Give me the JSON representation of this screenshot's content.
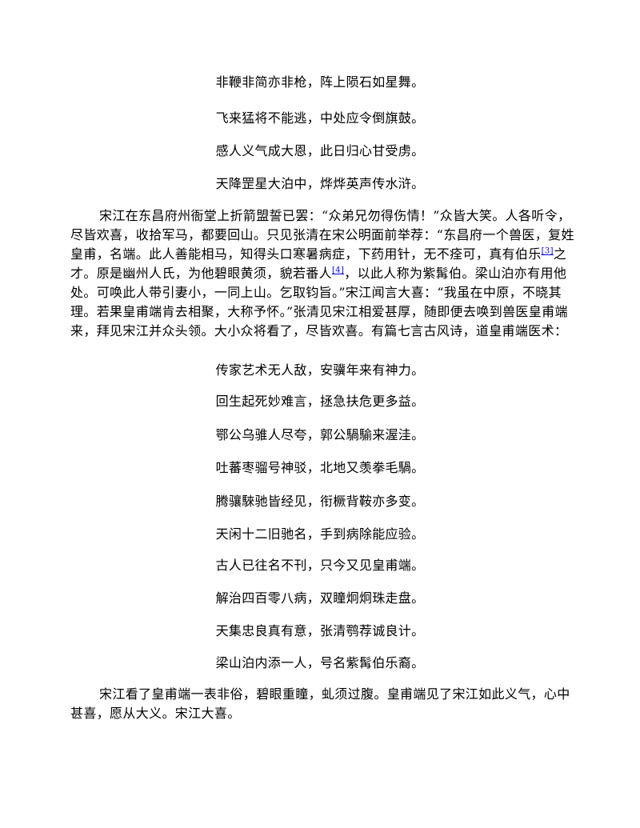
{
  "poem1": [
    "非鞭非简亦非枪，阵上陨石如星舞。",
    "飞来猛将不能逃，中处应令倒旗鼓。",
    "感人义气成大恩，此日归心甘受虏。",
    "天降罡星大泊中，烨烨英声传水浒。"
  ],
  "para1": {
    "part1": "宋江在东昌府州衙堂上折箭盟誓已罢：“众弟兄勿得伤情！”众皆大笑。人各听令，尽皆欢喜，收拾军马，都要回山。只见张清在宋公明面前举荐：“东昌府一个兽医，复姓皇甫，名端。此人善能相马，知得头口寒暑病症，下药用针，无不痊可，真有伯乐",
    "fn1": "[3]",
    "part2": "之才。原是幽州人氏，为他碧眼黄须，貌若番人",
    "fn2": "[4]",
    "part3": "，以此人称为紫髯伯。梁山泊亦有用他处。可唤此人带引妻小，一同上山。乞取钧旨。”宋江闻言大喜：“我虽在中原，不晓其理。若果皇甫端肯去相聚，大称予怀。”张清见宋江相爱甚厚，随即便去唤到兽医皇甫端来，拜见宋江并众头领。大小众将看了，尽皆欢喜。有篇七言古风诗，道皇甫端医术："
  },
  "poem2": [
    "传家艺术无人敌，安骥年来有神力。",
    "回生起死妙难言，拯急扶危更多益。",
    "鄂公乌骓人尽夸，郭公騧騟来渥洼。",
    "吐蕃枣骝号神驳，北地又羡拳毛騧。",
    "腾骧騋驰皆经见，衔橛背鞍亦多变。",
    "天闲十二旧驰名，手到病除能应验。",
    "古人已往名不刊，只今又见皇甫端。",
    "解治四百零八病，双瞳炯炯珠走盘。",
    "天集忠良真有意，张清鹗荐诚良计。",
    "梁山泊内添一人，号名紫髯伯乐裔。"
  ],
  "para2": "宋江看了皇甫端一表非俗，碧眼重瞳，虬须过腹。皇甫端见了宋江如此义气，心中甚喜，愿从大义。宋江大喜。",
  "colors": {
    "text": "#000000",
    "link": "#0000ee",
    "background": "#ffffff"
  }
}
